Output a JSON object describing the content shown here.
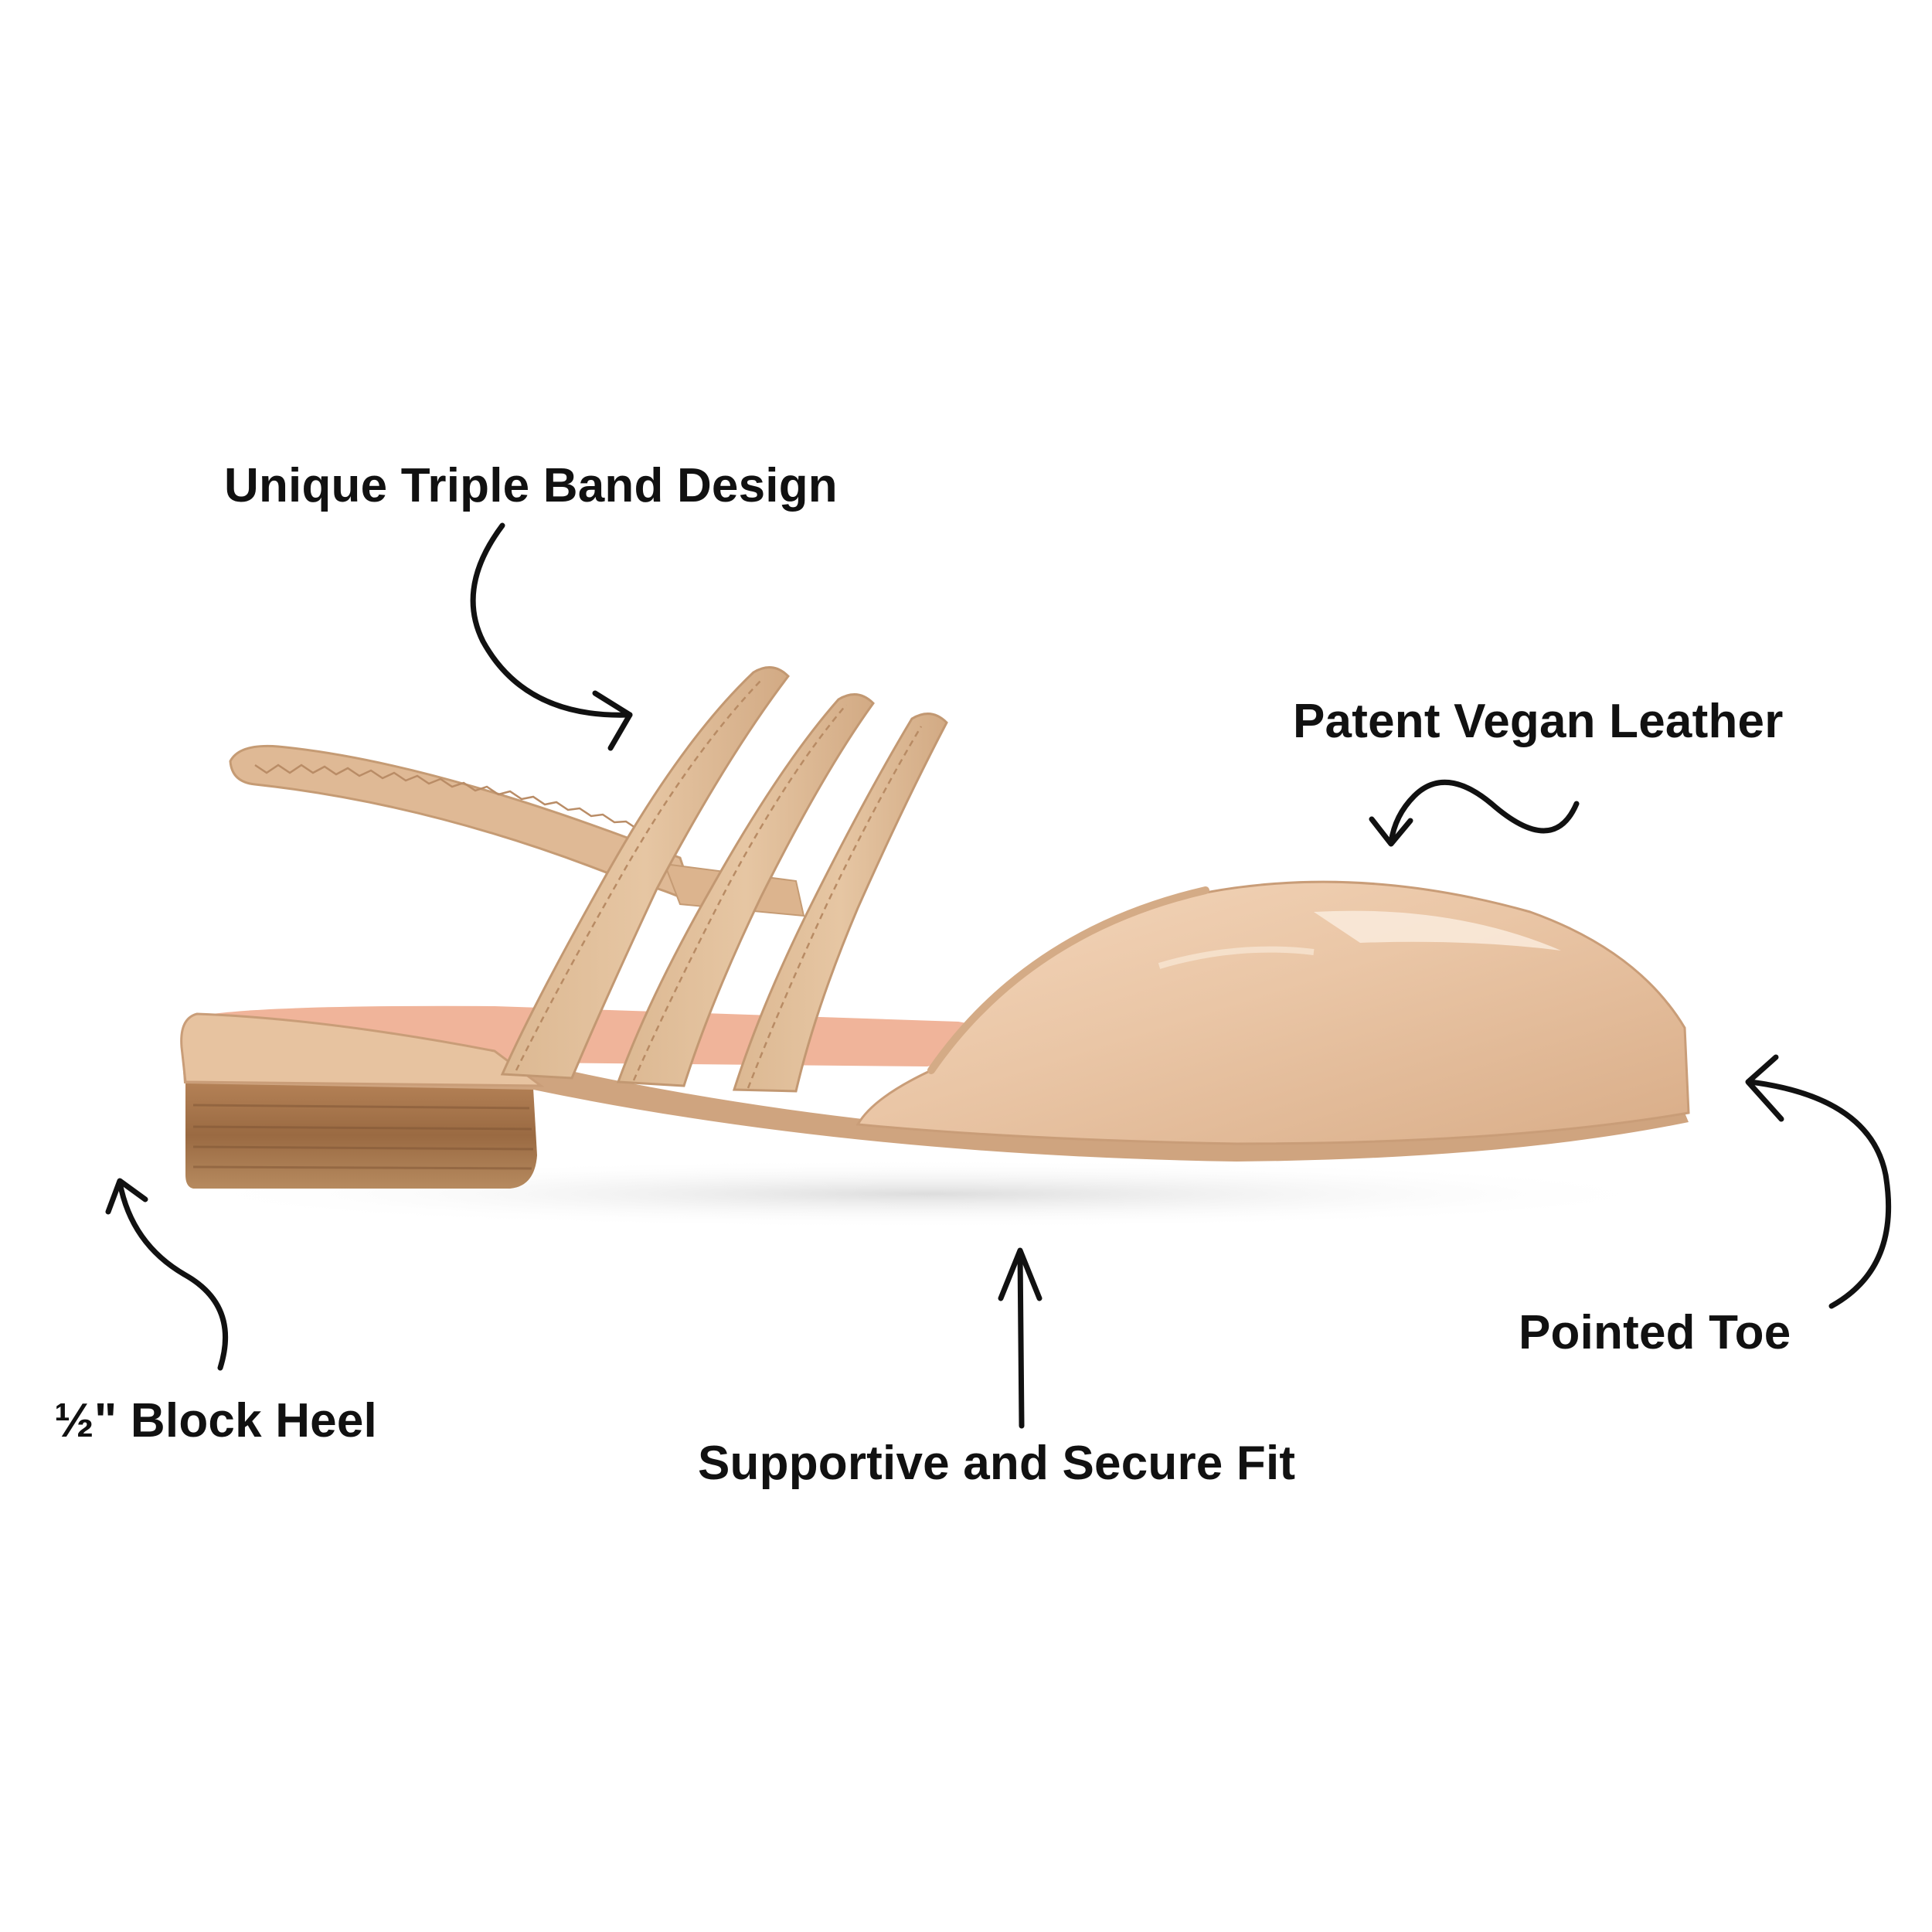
{
  "callouts": {
    "triple_band": "Unique Triple Band Design",
    "patent_leather": "Patent Vegan Leather",
    "pointed_toe": "Pointed Toe",
    "block_heel": "½\" Block Heel",
    "supportive_fit": "Supportive and Secure Fit"
  },
  "colors": {
    "background": "#ffffff",
    "text": "#111111",
    "arrow": "#111111",
    "leather": "#e8c2a0",
    "leather_shadow": "#c99d78",
    "strap": "#d9b48e",
    "insole": "#f0b59c",
    "heel_wood": "#a9784e",
    "sole_edge": "#d8b08d"
  },
  "icons": {
    "arrow_style": "hand-drawn-curved-arrow"
  }
}
